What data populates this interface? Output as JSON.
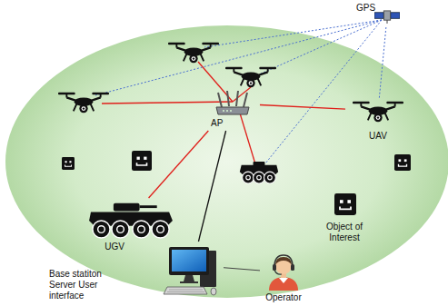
{
  "diagram": {
    "nodes": [
      {
        "text": [
          "GPS"
        ]
      },
      {
        "text": [
          "AP"
        ]
      },
      {
        "text": [
          "UAV"
        ]
      },
      {
        "text": [
          "UGV"
        ]
      },
      {
        "text": [
          "Object of Interest"
        ]
      },
      {
        "text": [
          "Base statiton Server User interface"
        ]
      },
      {
        "text": [
          "Operator"
        ]
      }
    ],
    "edges": [
      {
        "from": 1,
        "to": 2,
        "arrow": "none"
      },
      {
        "from": 1,
        "to": 3,
        "arrow": "none"
      },
      {
        "from": 0,
        "to": 2,
        "arrow": "none"
      },
      {
        "from": 1,
        "to": 5,
        "arrow": "none"
      },
      {
        "from": 5,
        "to": 6,
        "arrow": "none"
      }
    ]
  }
}
